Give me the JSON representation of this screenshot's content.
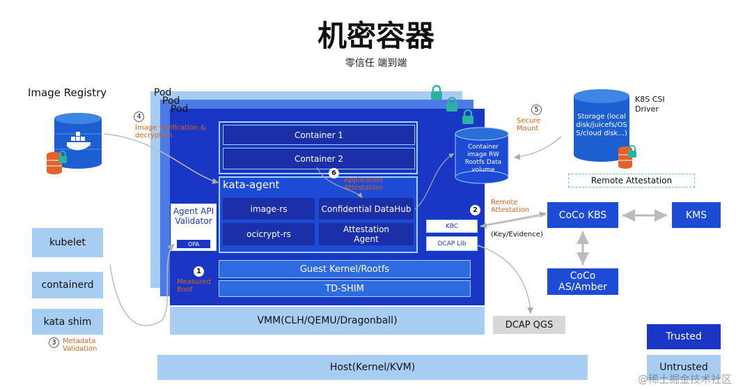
{
  "title": "机密容器",
  "subtitle": "零信任 端到端",
  "image_registry": {
    "label": "Image Registry"
  },
  "pods": [
    "Pod",
    "Pod",
    "Pod"
  ],
  "containers": [
    "Container 1",
    "Container 2"
  ],
  "kata_agent": {
    "label": "kata-agent",
    "items": [
      "image-rs",
      "Confidential DataHub",
      "ocicrypt-rs",
      "Attestation Agent"
    ]
  },
  "agent_api": {
    "label": "Agent API Validator",
    "opa": "OPA"
  },
  "guest_kernel": "Guest Kernel/Rootfs",
  "td_shim": "TD-SHIM",
  "vmm": "VMM(CLH/QEMU/Dragonball)",
  "host": "Host(Kernel/KVM)",
  "kbc": "KBC",
  "dcap_lib": "DCAP Lib",
  "dcap_qgs": "DCAP QGS",
  "container_image_db": "Container image RW Rootfs Data volume",
  "storage": {
    "k8s_label": "K8S CSI Driver",
    "db_label": "Storage (local disk/juicefs/OSS/cloud disk...)"
  },
  "remote_attestation_box": "Remote Attestation",
  "coco_kbs": "CoCo KBS",
  "kms": "KMS",
  "coco_as": "CoCo AS/Amber",
  "host_side": [
    "kubelet",
    "containerd",
    "kata shim"
  ],
  "legend": {
    "trusted": "Trusted",
    "untrusted": "Untrusted"
  },
  "annotations": {
    "n1": "1",
    "n1_text": "Measured Boot",
    "n2": "2",
    "n2_text": "Remote Attestation",
    "n3": "3",
    "n3_text": "Metadata Validation",
    "n4": "4",
    "n4_text": "Image verification & decryption",
    "n5": "5",
    "n5_text": "Secure Mount",
    "n6": "6",
    "n6_text": "Application Attestation",
    "key_evidence": "(Key/Evidence)"
  },
  "watermark": "@稀土掘金技术社区",
  "colors": {
    "trusted": "#1a36c4",
    "untrusted": "#a8cdf3",
    "annotation": "#e0621b"
  }
}
